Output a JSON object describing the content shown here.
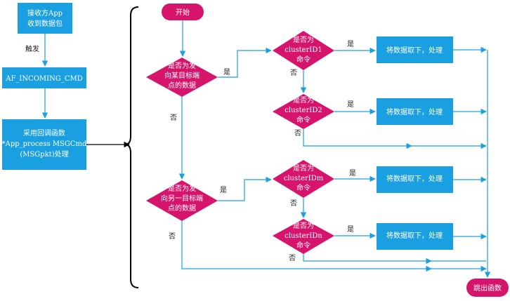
{
  "left_column": {
    "receive_box": [
      "接收方App",
      "收到数据包"
    ],
    "trigger_label": "触发",
    "incoming_cmd": "AF_INCOMING_CMD",
    "callback_box": [
      "采用回调函数",
      "*App_process MSGCmd",
      "(MSGpkt)处理"
    ]
  },
  "flow": {
    "start": "开始",
    "end": "跳出函数",
    "decision_a": [
      "是否为发",
      "向某目标端",
      "点的数据"
    ],
    "decision_b": [
      "是否为发",
      "向另一目标端",
      "点的数据"
    ],
    "cluster_1": [
      "是否为",
      "clusterID1",
      "命令"
    ],
    "cluster_2": [
      "是否为",
      "clusterID2",
      "命令"
    ],
    "cluster_m": [
      "是否为",
      "clusterIDm",
      "命令"
    ],
    "cluster_n": [
      "是否为",
      "clusterIDn",
      "命令"
    ],
    "process_label": "将数据取下，处理",
    "yes": "是",
    "no": "否"
  },
  "colors": {
    "blue_box": "#1a9fe0",
    "magenta": "#d6146b",
    "arrow": "#1a9fe0"
  }
}
